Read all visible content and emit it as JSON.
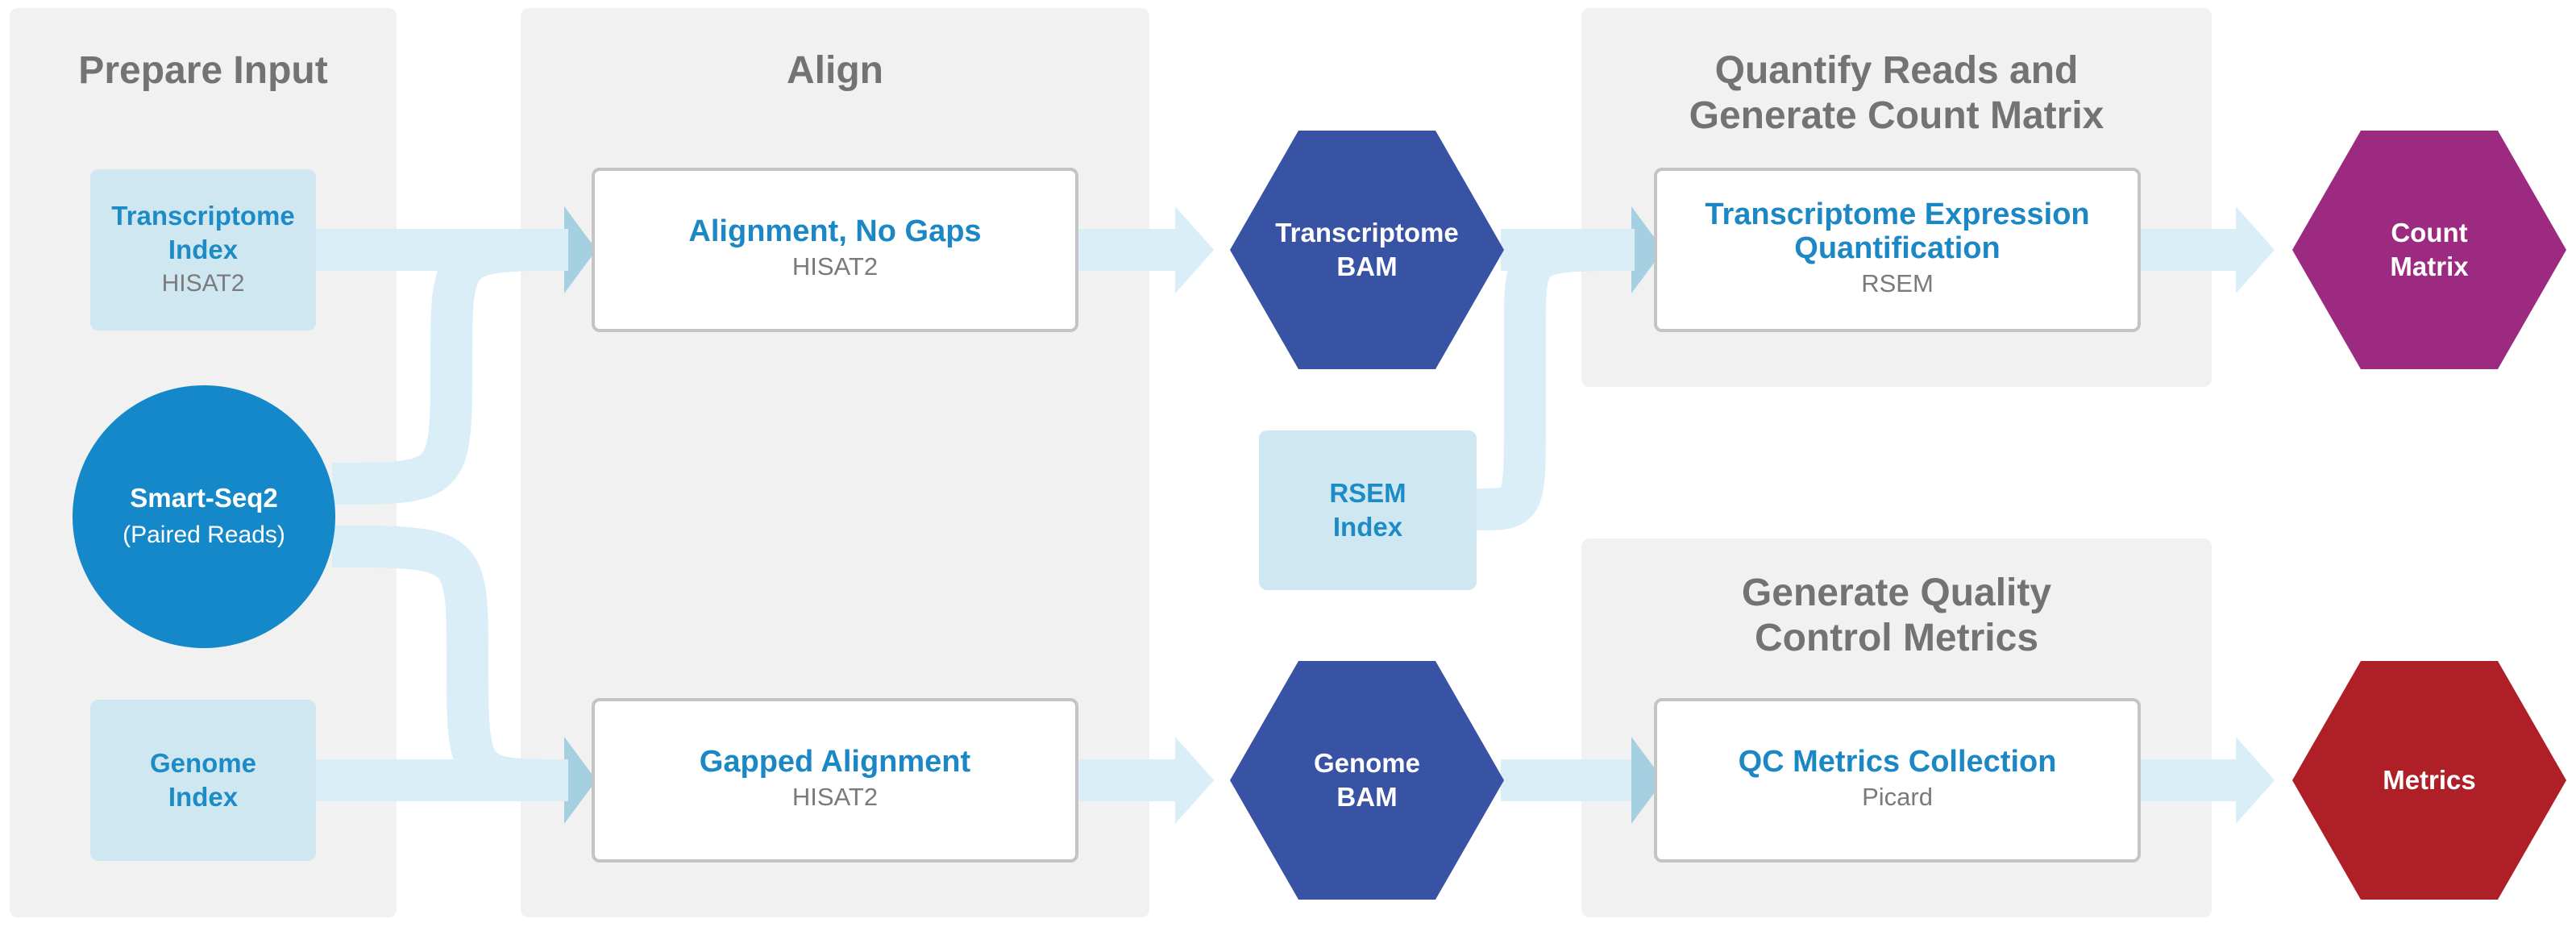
{
  "panels": {
    "prepare_input": {
      "title": "Prepare Input"
    },
    "align": {
      "title": "Align"
    },
    "quantify": {
      "title": "Quantify Reads and\nGenerate Count Matrix"
    },
    "qc": {
      "title": "Generate Quality\nControl Metrics"
    }
  },
  "inputs": {
    "transcriptome_index": {
      "title": "Transcriptome\nIndex",
      "subtitle": "HISAT2"
    },
    "genome_index": {
      "title": "Genome\nIndex"
    },
    "smart_seq2": {
      "title": "Smart-Seq2",
      "subtitle": "(Paired Reads)"
    },
    "rsem_index": {
      "title": "RSEM\nIndex"
    }
  },
  "steps": {
    "alignment_no_gaps": {
      "title": "Alignment, No Gaps",
      "subtitle": "HISAT2"
    },
    "gapped_alignment": {
      "title": "Gapped Alignment",
      "subtitle": "HISAT2"
    },
    "transcriptome_expression": {
      "title": "Transcriptome Expression\nQuantification",
      "subtitle": "RSEM"
    },
    "qc_metrics": {
      "title": "QC Metrics Collection",
      "subtitle": "Picard"
    }
  },
  "outputs": {
    "transcriptome_bam": {
      "title": "Transcriptome\nBAM",
      "color": "#3852a4"
    },
    "genome_bam": {
      "title": "Genome\nBAM",
      "color": "#3852a4"
    },
    "count_matrix": {
      "title": "Count\nMatrix",
      "color": "#9c2a80"
    },
    "metrics": {
      "title": "Metrics",
      "color": "#ae1f27"
    }
  },
  "colors": {
    "panel_background": "#f1f1f1",
    "input_box": "#cfe7f1",
    "arrow_light": "#d9eef7",
    "arrow_dark": "#a5d0e2",
    "accent_blue": "#1b87c5",
    "circle_blue": "#1488c8"
  }
}
